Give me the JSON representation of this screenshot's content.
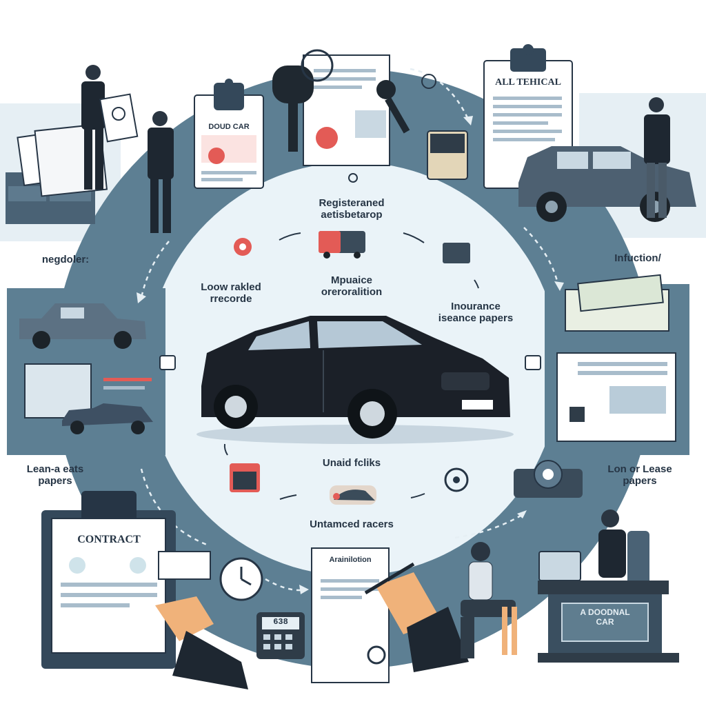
{
  "labels": {
    "center_top": [
      "Registeraned",
      "aetisbetarop"
    ],
    "center_left": [
      "Loow rakled",
      "rrecorde"
    ],
    "center_mid": [
      "Mpuaice",
      "oreroralition"
    ],
    "center_right": [
      "Inourance",
      "iseance papers"
    ],
    "center_bottom_1": "Unaid fcliks",
    "center_bottom_2": "Untamced racers",
    "outer_left": "negdoler:",
    "outer_right": "Infuction/",
    "outer_left_bottom": [
      "Lean-a eats",
      "papers"
    ],
    "outer_right_bottom": [
      "Lon or Lease",
      "papers"
    ],
    "doc_top_left": "DOUD CAR",
    "doc_top_right": "ALL TEHICAL",
    "doc_contract": "CONTRACT",
    "doc_signing": "Arainilotion",
    "desk_sign": [
      "A DOODNAL",
      "CAR"
    ],
    "calculator": "638"
  },
  "colors": {
    "ring": "#5d7f93",
    "panel": "#e6eff4",
    "inner_circle": "#eaf3f8",
    "car_body": "#1b2028",
    "text": "#263545",
    "accent_red": "#e35b56"
  }
}
